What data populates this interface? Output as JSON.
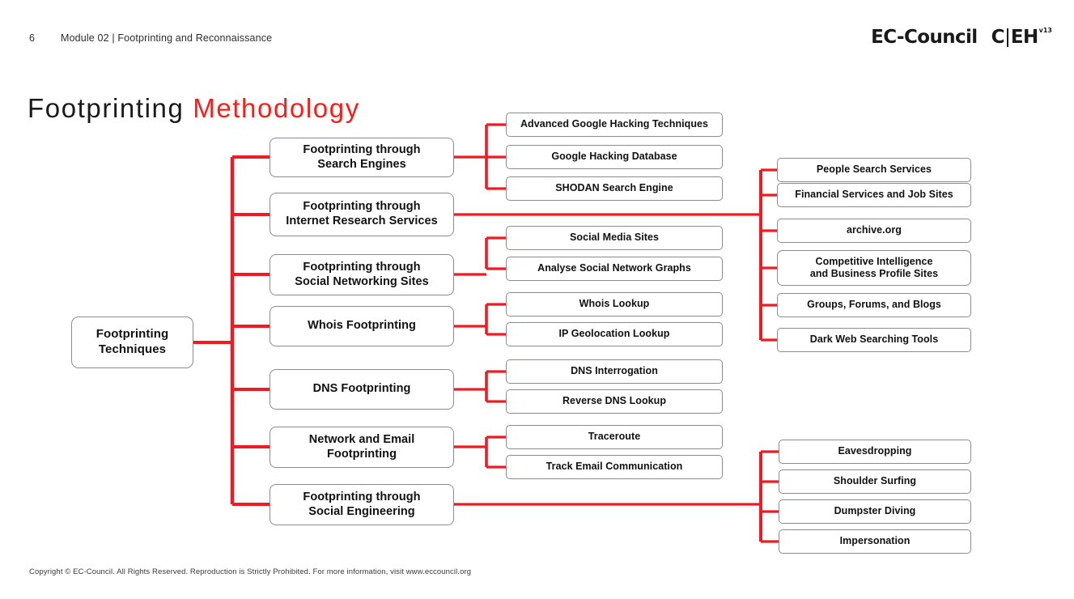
{
  "header": {
    "page_number": "6",
    "module_label": "Module 02 |  Footprinting and Reconnaissance",
    "brand_primary": "EC-Council",
    "brand_c": "C",
    "brand_eh": "EH",
    "brand_version": "v13"
  },
  "title": {
    "part1": "Footprinting ",
    "part2": "Methodology"
  },
  "colors": {
    "connector_red": "#ED1C24",
    "accent_red": "#FF1C17",
    "box_border": "#8C8C8C",
    "text": "#111111"
  },
  "diagram": {
    "type": "tree",
    "root": {
      "label": "Footprinting\nTechniques",
      "line1": "Footprinting",
      "line2": "Techniques"
    },
    "branches": [
      {
        "id": "search-engines",
        "line1": "Footprinting through",
        "line2": "Search Engines",
        "children": [
          "Advanced Google Hacking Techniques",
          "Google Hacking Database",
          "SHODAN Search Engine"
        ]
      },
      {
        "id": "internet-research-services",
        "line1": "Footprinting through",
        "line2": "Internet Research Services",
        "children": [
          "People Search Services",
          "Financial Services and Job Sites",
          "archive.org",
          "Competitive Intelligence\nand Business Profile Sites",
          "Groups, Forums, and Blogs",
          "Dark Web Searching Tools"
        ]
      },
      {
        "id": "social-networking-sites",
        "line1": "Footprinting through",
        "line2": "Social Networking Sites",
        "children": [
          "Social Media Sites",
          "Analyse Social Network Graphs"
        ]
      },
      {
        "id": "whois-footprinting",
        "line1": "Whois Footprinting",
        "line2": "",
        "children": [
          "Whois Lookup",
          "IP Geolocation Lookup"
        ]
      },
      {
        "id": "dns-footprinting",
        "line1": "DNS Footprinting",
        "line2": "",
        "children": [
          "DNS Interrogation",
          "Reverse DNS Lookup"
        ]
      },
      {
        "id": "network-and-email-footprinting",
        "line1": "Network and Email",
        "line2": "Footprinting",
        "children": [
          "Traceroute",
          "Track Email Communication"
        ]
      },
      {
        "id": "social-engineering",
        "line1": "Footprinting through",
        "line2": "Social Engineering",
        "children": [
          "Eavesdropping",
          "Shoulder Surfing",
          "Dumpster Diving",
          "Impersonation"
        ]
      }
    ],
    "nodes": {
      "root": {
        "line1": "Footprinting",
        "line2": "Techniques"
      },
      "l1_search": {
        "line1": "Footprinting through",
        "line2": "Search Engines"
      },
      "l1_internet": {
        "line1": "Footprinting through",
        "line2": "Internet Research Services"
      },
      "l1_social_net": {
        "line1": "Footprinting through",
        "line2": "Social Networking Sites"
      },
      "l1_whois": {
        "line1": "Whois Footprinting",
        "line2": ""
      },
      "l1_dns": {
        "line1": "DNS Footprinting",
        "line2": ""
      },
      "l1_netmail": {
        "line1": "Network and Email",
        "line2": "Footprinting"
      },
      "l1_soceng": {
        "line1": "Footprinting through",
        "line2": "Social Engineering"
      },
      "m1": "Advanced Google Hacking Techniques",
      "m2": "Google Hacking Database",
      "m3": "SHODAN Search Engine",
      "m4": "Social Media Sites",
      "m5": "Analyse Social Network Graphs",
      "m6": "Whois Lookup",
      "m7": "IP Geolocation Lookup",
      "m8": "DNS Interrogation",
      "m9": "Reverse DNS Lookup",
      "m10": "Traceroute",
      "m11": "Track Email Communication",
      "r1": "People Search Services",
      "r2": "Financial Services and Job Sites",
      "r3": "archive.org",
      "r4_line1": "Competitive Intelligence",
      "r4_line2": "and Business Profile Sites",
      "r5": "Groups, Forums, and Blogs",
      "r6": "Dark Web Searching Tools",
      "s1": "Eavesdropping",
      "s2": "Shoulder Surfing",
      "s3": "Dumpster Diving",
      "s4": "Impersonation"
    }
  },
  "footer": {
    "copyright": "Copyright © EC-Council. All Rights Reserved. Reproduction is Strictly Prohibited. For more information, visit www.eccouncil.org"
  }
}
